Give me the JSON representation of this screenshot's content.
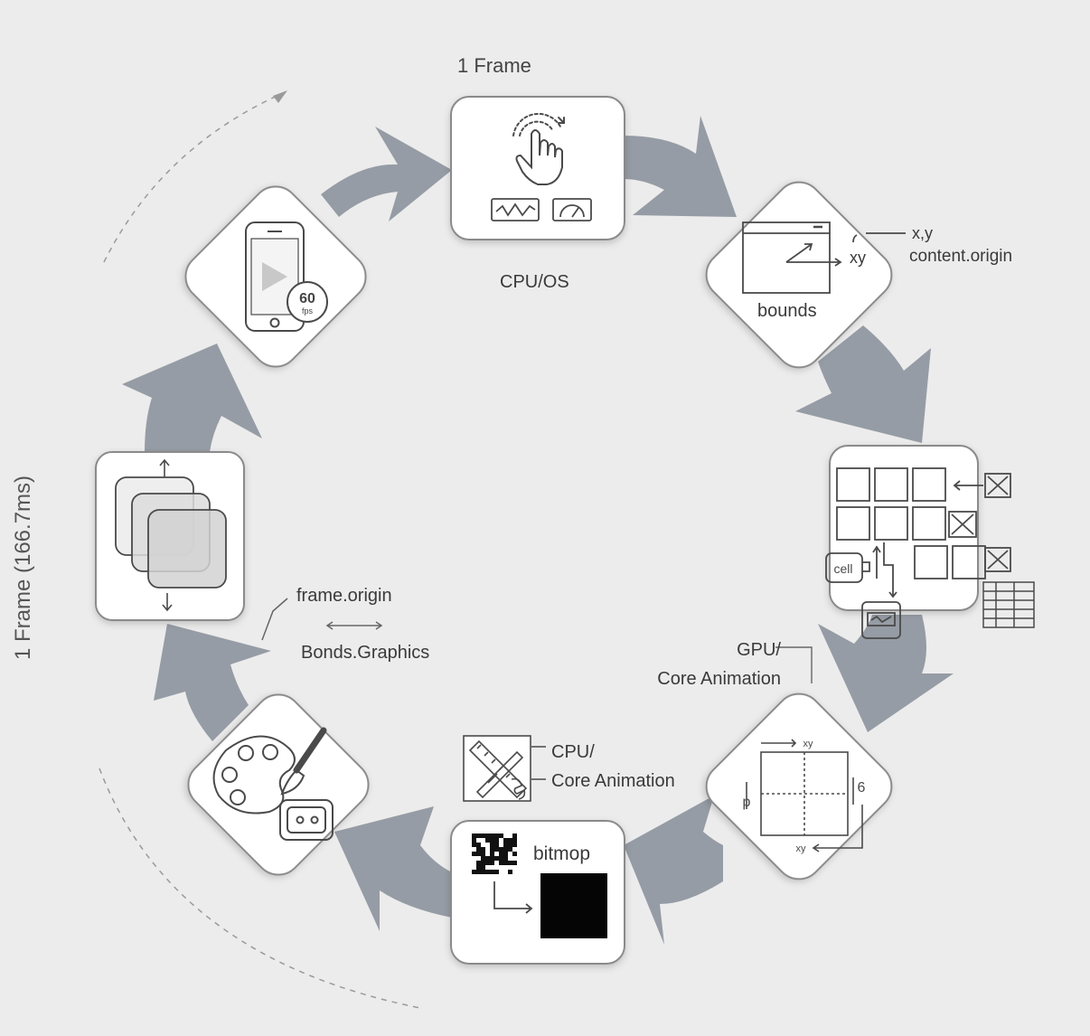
{
  "diagram": {
    "title": "1 Frame",
    "cycle_label": "1 Frame (166.7ms)",
    "stages": [
      {
        "id": "input",
        "icon": "touch-gesture-icon",
        "label": "CPU/OS"
      },
      {
        "id": "layout",
        "icon": "bounds-window-icon",
        "label": "bounds",
        "notes": [
          "x,y",
          "xy",
          "content.origin"
        ]
      },
      {
        "id": "hierarchy",
        "icon": "layer-grid-icon",
        "notes": [
          "cell"
        ]
      },
      {
        "id": "geometry",
        "icon": "coordinate-frame-icon",
        "label": "GPU/\nCore Animation",
        "notes": [
          "xy",
          "p",
          "6",
          "xy"
        ]
      },
      {
        "id": "bitmap",
        "icon": "bitmap-icon",
        "label": "bitmop"
      },
      {
        "id": "paint",
        "icon": "palette-brush-icon",
        "label": "CPU/\nCore Animation",
        "aux_icon": "ruler-wrench-icon"
      },
      {
        "id": "compositing",
        "icon": "stacked-layers-icon",
        "label": "frame.origin",
        "sublabel": "Bonds.Graphics"
      },
      {
        "id": "display",
        "icon": "phone-display-icon",
        "badge": [
          "60",
          "fps"
        ]
      }
    ],
    "colors": {
      "arrow": "#8e959e",
      "node_fill": "#ffffff",
      "node_stroke": "#8a8a8a",
      "ink": "#4a4a4a",
      "background": "#ececec"
    }
  }
}
